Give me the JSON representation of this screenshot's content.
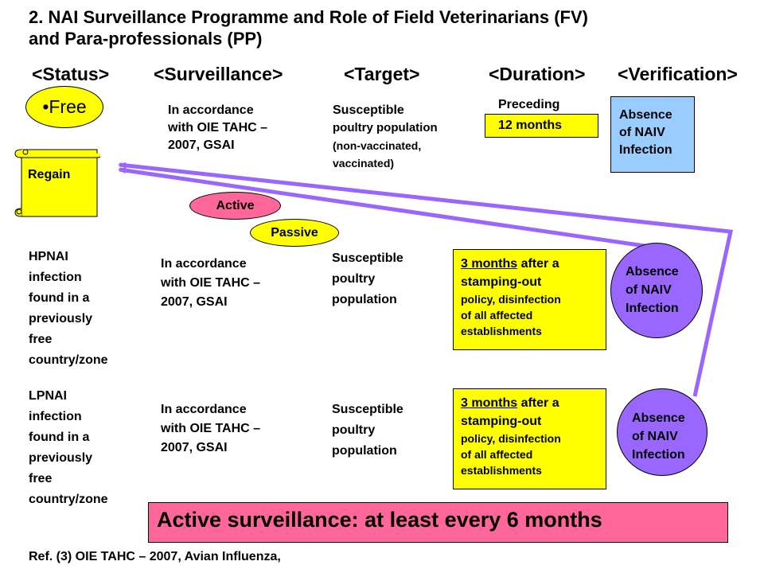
{
  "title": {
    "line1": "2. NAI Surveillance Programme and Role of Field Veterinarians (FV)",
    "line2": "and Para-professionals (PP)"
  },
  "headers": [
    "<Status>",
    "<Surveillance>",
    "<Target>",
    "<Duration>",
    "<Verification>"
  ],
  "row_free": {
    "status": "•Free",
    "surveillance": [
      "In accordance",
      "with OIE TAHC –",
      "2007, GSAI"
    ],
    "target_line1": "Susceptible",
    "target_line2": "poultry population",
    "target_line3": "(non-vaccinated,",
    "target_line4": "vaccinated)",
    "duration_label": "Preceding",
    "duration_value": "12 months",
    "verification": [
      "Absence",
      "of NAIV",
      "Infection"
    ]
  },
  "regain_label": "Regain",
  "active_label": "Active",
  "passive_label": "Passive",
  "row_hpnai": {
    "status": [
      "HPNAI",
      "infection",
      "found in a",
      "previously",
      "free",
      "country/zone"
    ],
    "surveillance": [
      "In accordance",
      "with OIE TAHC –",
      "2007, GSAI"
    ],
    "target": [
      "Susceptible",
      "poultry",
      "population"
    ],
    "duration_emph": "3 months",
    "duration_rest": " after a",
    "duration_lines": [
      "stamping-out",
      "policy, disinfection",
      "of all affected",
      "establishments"
    ],
    "verification": [
      "Absence",
      "of NAIV",
      "Infection"
    ]
  },
  "row_lpnai": {
    "status": [
      "LPNAI",
      "infection",
      "found in a",
      "previously",
      "free",
      "country/zone"
    ],
    "surveillance": [
      "In accordance",
      "with OIE TAHC –",
      "2007, GSAI"
    ],
    "target": [
      "Susceptible",
      "poultry",
      "population"
    ],
    "duration_emph": "3 months",
    "duration_rest": " after a",
    "duration_lines": [
      "stamping-out",
      "policy, disinfection",
      "of all affected",
      "establishments"
    ],
    "verification": [
      "Absence",
      "of NAIV",
      "Infection"
    ]
  },
  "banner": "Active surveillance: at least every 6 months",
  "reference": "Ref. (3) OIE TAHC – 2007, Avian Influenza,",
  "colors": {
    "yellow": "#ffff00",
    "blue_box": "#99ccff",
    "purple": "#9966ff",
    "arrow": "#9966ff",
    "pink": "#ff6699"
  }
}
